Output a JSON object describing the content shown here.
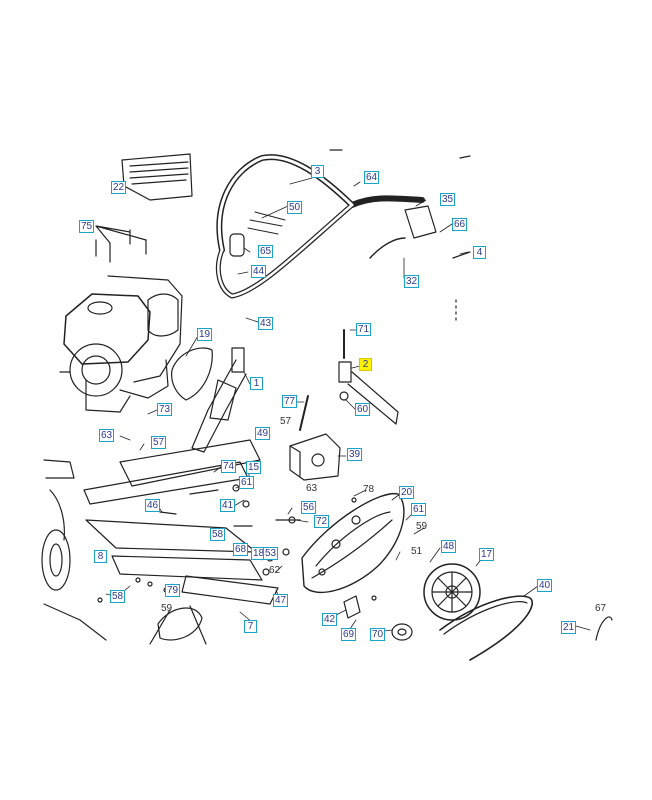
{
  "diagram": {
    "type": "exploded-parts-diagram",
    "highlight_color": "#fff200",
    "callout_border_color": "#1aa3c9",
    "callout_text_color": "#2b3a8a",
    "line_color": "#222222",
    "highlighted_part": "2",
    "callouts": {
      "p22": "22",
      "p3": "3",
      "p64": "64",
      "p35": "35",
      "p75": "75",
      "p50": "50",
      "p66": "66",
      "p65": "65",
      "p4": "4",
      "p44": "44",
      "p32": "32",
      "p43": "43",
      "p19": "19",
      "p71": "71",
      "p2": "2",
      "p1": "1",
      "p73": "73",
      "p77": "77",
      "p60": "60",
      "p63a": "63",
      "p49": "49",
      "p57a": "57",
      "p57b": "57",
      "p39": "39",
      "p74": "74",
      "p15": "15",
      "p63b": "63",
      "p78": "78",
      "p20": "20",
      "p46": "46",
      "p61a": "61",
      "p41": "41",
      "p56": "56",
      "p72": "72",
      "p61b": "61",
      "p58a": "58",
      "p68": "68",
      "p18": "18",
      "p53": "53",
      "p59a": "59",
      "p8": "8",
      "p62": "62",
      "p51": "51",
      "p48": "48",
      "p17": "17",
      "p58b": "58",
      "p79": "79",
      "p59b": "59",
      "p47": "47",
      "p7": "7",
      "p42": "42",
      "p69": "69",
      "p70": "70",
      "p40": "40",
      "p21": "21",
      "p67": "67"
    }
  }
}
